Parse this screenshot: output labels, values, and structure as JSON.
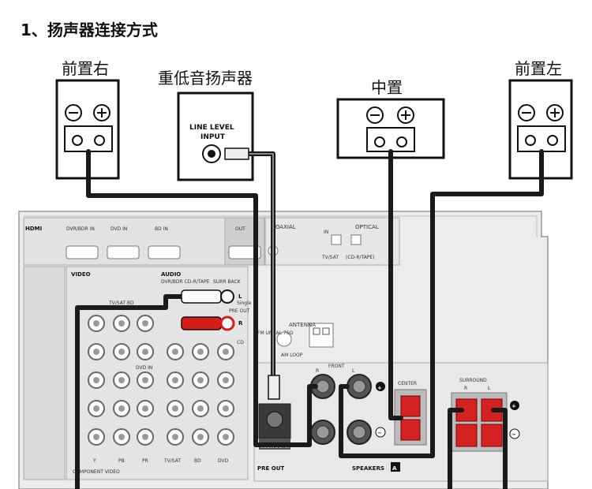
{
  "title": "1、扬声器连接方式",
  "speakers": {
    "front_right": "前置右",
    "subwoofer": "重低音扬声器",
    "center": "中置",
    "front_left": "前置左"
  },
  "subwoofer_input": {
    "line1": "LINE LEVEL",
    "line2": "INPUT"
  },
  "receiver": {
    "hdmi": "HDMI",
    "dvr_bdr_in": "DVR/BDR IN",
    "dvd_in": "DVD IN",
    "bd_in": "BD IN",
    "out": "OUT",
    "coaxial": "COAXIAL",
    "optical": "OPTICAL",
    "in": "IN",
    "tv_sat": "TV/SAT",
    "cd_r_tape": "(CD-R/TAPE)",
    "video": "VIDEO",
    "audio": "AUDIO",
    "audio_sub": "DVR/BDR CD-R/TAPE",
    "surr_back": "SURR BACK",
    "single": "Single",
    "pre_out": "PRE OUT",
    "l": "L",
    "r": "R",
    "antenna": "ANTENNA",
    "am_loop": "AM LOOP",
    "fm_unbal": "FM UNBAL 75Ω",
    "front": "FRONT",
    "center": "CENTER",
    "surround": "SURROUND",
    "subwoofer": "SUBWOOFER",
    "pre_out_bottom": "PRE OUT",
    "speakers": "SPEAKERS",
    "speakers_badge": "A",
    "cd": "CD",
    "tv_sat_bd": "TV/SAT  BD",
    "dvd_in_row": "DVD IN",
    "component_video": "COMPONENT VIDEO",
    "y": "Y",
    "pb": "PB",
    "pr": "PR",
    "bd": "BD",
    "dvd": "DVD",
    "plus": "+",
    "minus": "−"
  },
  "colors": {
    "cable": "#1a1a1a",
    "rca_red": "#d81c1c",
    "panel": "#e6e6e6",
    "terminal_red": "#d42222"
  }
}
